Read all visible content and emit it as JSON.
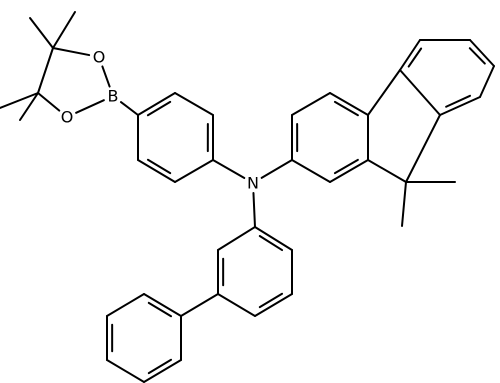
{
  "molecule": {
    "atoms": {
      "nitrogen": "N",
      "boron": "B",
      "oxygen_upper": "O",
      "oxygen_lower": "O"
    }
  },
  "colors": {
    "background": "#ffffff",
    "bond": "#000000",
    "label": "#000000"
  }
}
